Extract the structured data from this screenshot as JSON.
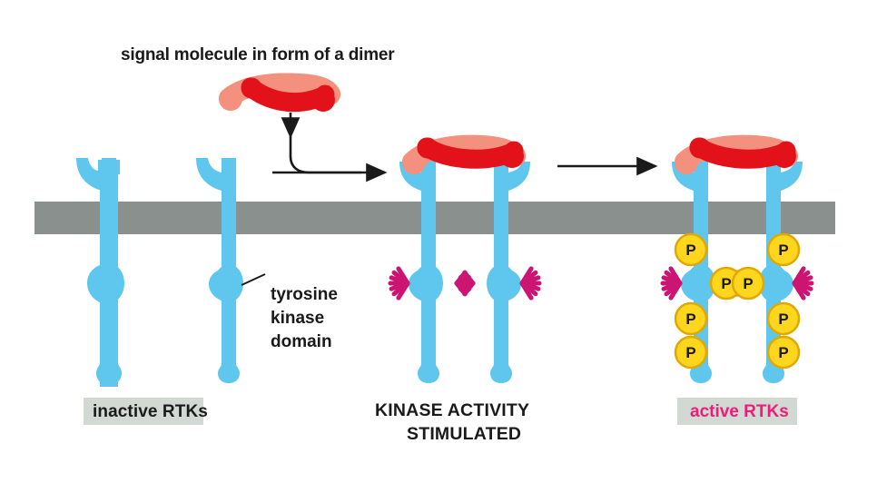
{
  "figure": {
    "title_caption": "signal molecule in form of a dimer",
    "callout": {
      "line1": "tyrosine",
      "line2": "kinase",
      "line3": "domain"
    },
    "stages": [
      {
        "id": "inactive",
        "label": "inactive RTKs",
        "label_style": "boxed-dark",
        "receptor_count": 2,
        "ligand_bound": false,
        "phosphate_count": 0,
        "activity_rays": false
      },
      {
        "id": "stimulated",
        "label_line1": "KINASE ACTIVITY",
        "label_line2": "STIMULATED",
        "label_style": "plain-dark",
        "receptor_count": 2,
        "ligand_bound": true,
        "phosphate_count": 0,
        "activity_rays": true
      },
      {
        "id": "active",
        "label": "active RTKs",
        "label_style": "boxed-magenta",
        "receptor_count": 2,
        "ligand_bound": true,
        "phosphate_count": 8,
        "activity_rays": true
      }
    ],
    "phosphate_label": "P",
    "arrows": [
      {
        "id": "ligand-entry-arrow",
        "kind": "curved-down-then-right"
      },
      {
        "id": "stage2-to-stage3-arrow",
        "kind": "straight-right"
      }
    ],
    "colors": {
      "receptor_blue": "#5FC6ED",
      "membrane_gray": "#8A908D",
      "ligand_red": "#E3121A",
      "ligand_salmon": "#F4907E",
      "phosphate_yellow": "#FFD61E",
      "phosphate_outline": "#E0A800",
      "activity_magenta": "#CC1473",
      "label_box_gray": "#D2D8D2",
      "label_text_dark": "#1A1A1A",
      "active_text_magenta": "#ED1E79",
      "background": "#FFFFFF"
    }
  }
}
